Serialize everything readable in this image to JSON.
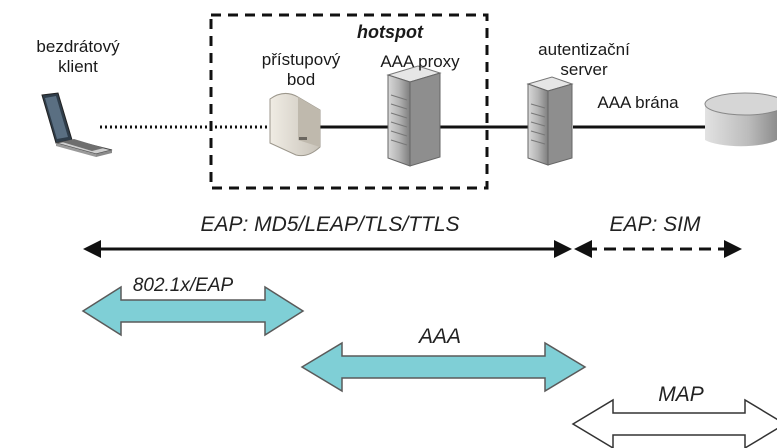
{
  "labels": {
    "client": [
      "bezdrátový",
      "klient"
    ],
    "access_point": [
      "přístupový",
      "bod"
    ],
    "hotspot": "hotspot",
    "aaa_proxy": "AAA proxy",
    "auth_server": [
      "autentizační",
      "server"
    ],
    "aaa_gateway": "AAA brána"
  },
  "protocols": {
    "eap_main": "EAP: MD5/LEAP/TLS/TTLS",
    "eap_sim": "EAP: SIM",
    "dot1x": "802.1x/EAP",
    "aaa": "AAA",
    "map": "MAP"
  },
  "colors": {
    "arrow_teal": "#7fcfd6",
    "arrow_outline": "#555555",
    "line": "#111111",
    "box_dash": "#111111"
  },
  "icons": [
    "laptop-icon",
    "access-point-icon",
    "proxy-server-icon",
    "auth-server-icon",
    "database-icon"
  ]
}
